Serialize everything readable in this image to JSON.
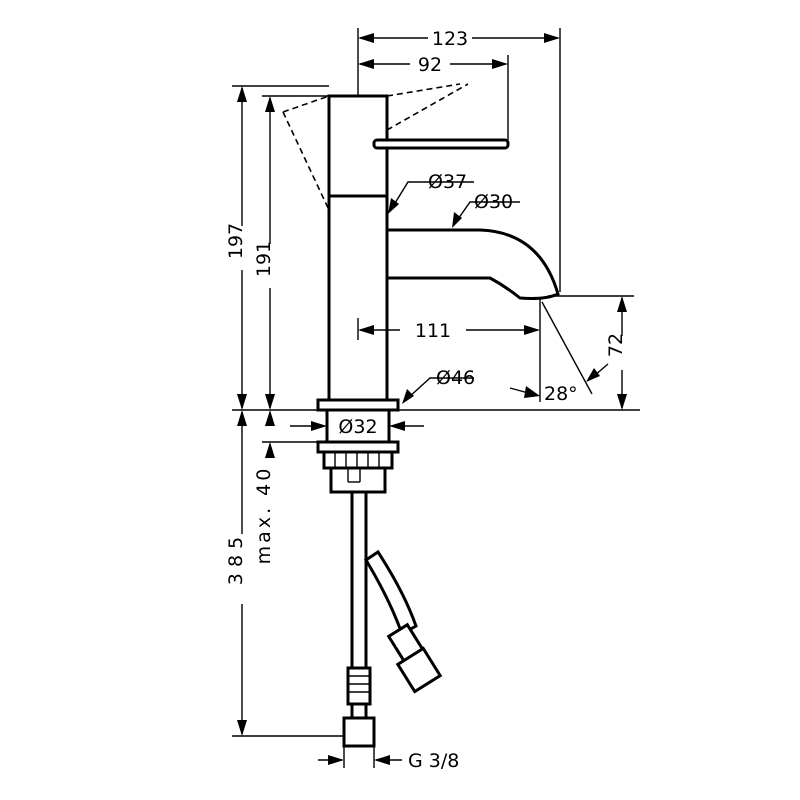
{
  "dimensions": {
    "total_reach": "123",
    "lever_reach": "92",
    "total_height": "197",
    "body_height": "191",
    "lever_diameter": "Ø37",
    "spout_diameter": "Ø30",
    "spout_projection": "111",
    "base_diameter": "Ø46",
    "thread_diameter": "Ø32",
    "spout_clearance": "72",
    "spout_angle": "28°",
    "max_deck_thickness": "max. 40",
    "hose_length": "3 8 5",
    "connection_thread": "G 3/8"
  },
  "colors": {
    "line": "#000000",
    "background": "#ffffff"
  }
}
